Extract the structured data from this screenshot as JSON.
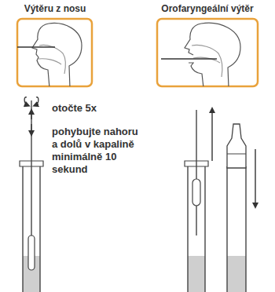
{
  "diagram": {
    "nodes": [
      {
        "text": [
          "Výtěru z nosu"
        ]
      },
      {
        "text": [
          "Orofaryngeální výtěr"
        ]
      }
    ],
    "labels": [
      "otočte 5x",
      "pohybujte nahoru a dolů v kapalině minimálně 10 sekund"
    ]
  }
}
